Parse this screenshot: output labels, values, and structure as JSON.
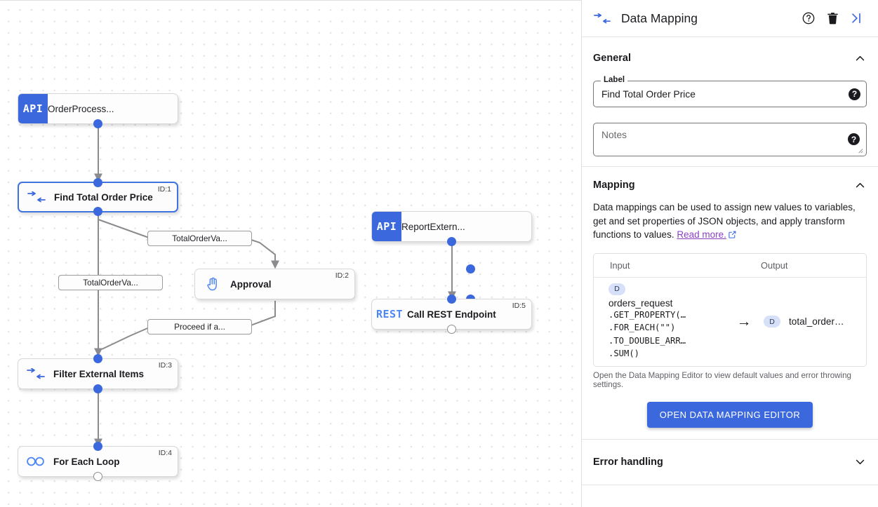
{
  "canvas": {
    "nodes": [
      {
        "id": "n-orderprocess",
        "kind": "api",
        "badge": "API",
        "title": "OrderProcess...",
        "idtag": ""
      },
      {
        "id": "n-find-total",
        "kind": "mapping",
        "badge": "",
        "title": "Find Total Order Price",
        "idtag": "ID:1"
      },
      {
        "id": "n-approval",
        "kind": "approval",
        "badge": "",
        "title": "Approval",
        "idtag": "ID:2"
      },
      {
        "id": "n-filter",
        "kind": "mapping",
        "badge": "",
        "title": "Filter External Items",
        "idtag": "ID:3"
      },
      {
        "id": "n-foreach",
        "kind": "loop",
        "badge": "",
        "title": "For Each Loop",
        "idtag": "ID:4"
      },
      {
        "id": "n-reportextern",
        "kind": "api",
        "badge": "API",
        "title": "ReportExtern...",
        "idtag": ""
      },
      {
        "id": "n-callrest",
        "kind": "rest",
        "badge": "REST",
        "title": "Call REST Endpoint",
        "idtag": "ID:5"
      }
    ],
    "edge_labels": [
      {
        "id": "el-1",
        "text": "TotalOrderVa..."
      },
      {
        "id": "el-2",
        "text": "TotalOrderVa..."
      },
      {
        "id": "el-3",
        "text": "Proceed if a..."
      }
    ]
  },
  "panel": {
    "header": {
      "title": "Data Mapping",
      "help_icon": "help-circle-icon",
      "delete_icon": "trash-icon",
      "collapse_icon": "collapse-panel-icon"
    },
    "general": {
      "title": "General",
      "label_caption": "Label",
      "label_value": "Find Total Order Price",
      "notes_placeholder": "Notes"
    },
    "mapping": {
      "title": "Mapping",
      "description": "Data mappings can be used to assign new values to variables, get and set properties of JSON objects, and apply transform functions to values. ",
      "read_more": "Read more.",
      "columns": {
        "input": "Input",
        "output": "Output"
      },
      "rows": [
        {
          "input_badge": "D",
          "input_var": "orders_request",
          "input_chain": [
            ".GET_PROPERTY(…",
            ".FOR_EACH(\"\")",
            ".TO_DOUBLE_ARR…",
            ".SUM()"
          ],
          "arrow": "→",
          "output_badge": "D",
          "output_var": "total_order…"
        }
      ],
      "note": "Open the Data Mapping Editor to view default values and error throwing settings.",
      "open_editor_button": "OPEN DATA MAPPING EDITOR"
    },
    "error_handling": {
      "title": "Error handling"
    }
  },
  "colors": {
    "accent_blue": "#3b68dd",
    "rest_blue": "#4d86f7",
    "link_purple": "#8d3fc4",
    "pill_blue": "#d6e0f8"
  }
}
